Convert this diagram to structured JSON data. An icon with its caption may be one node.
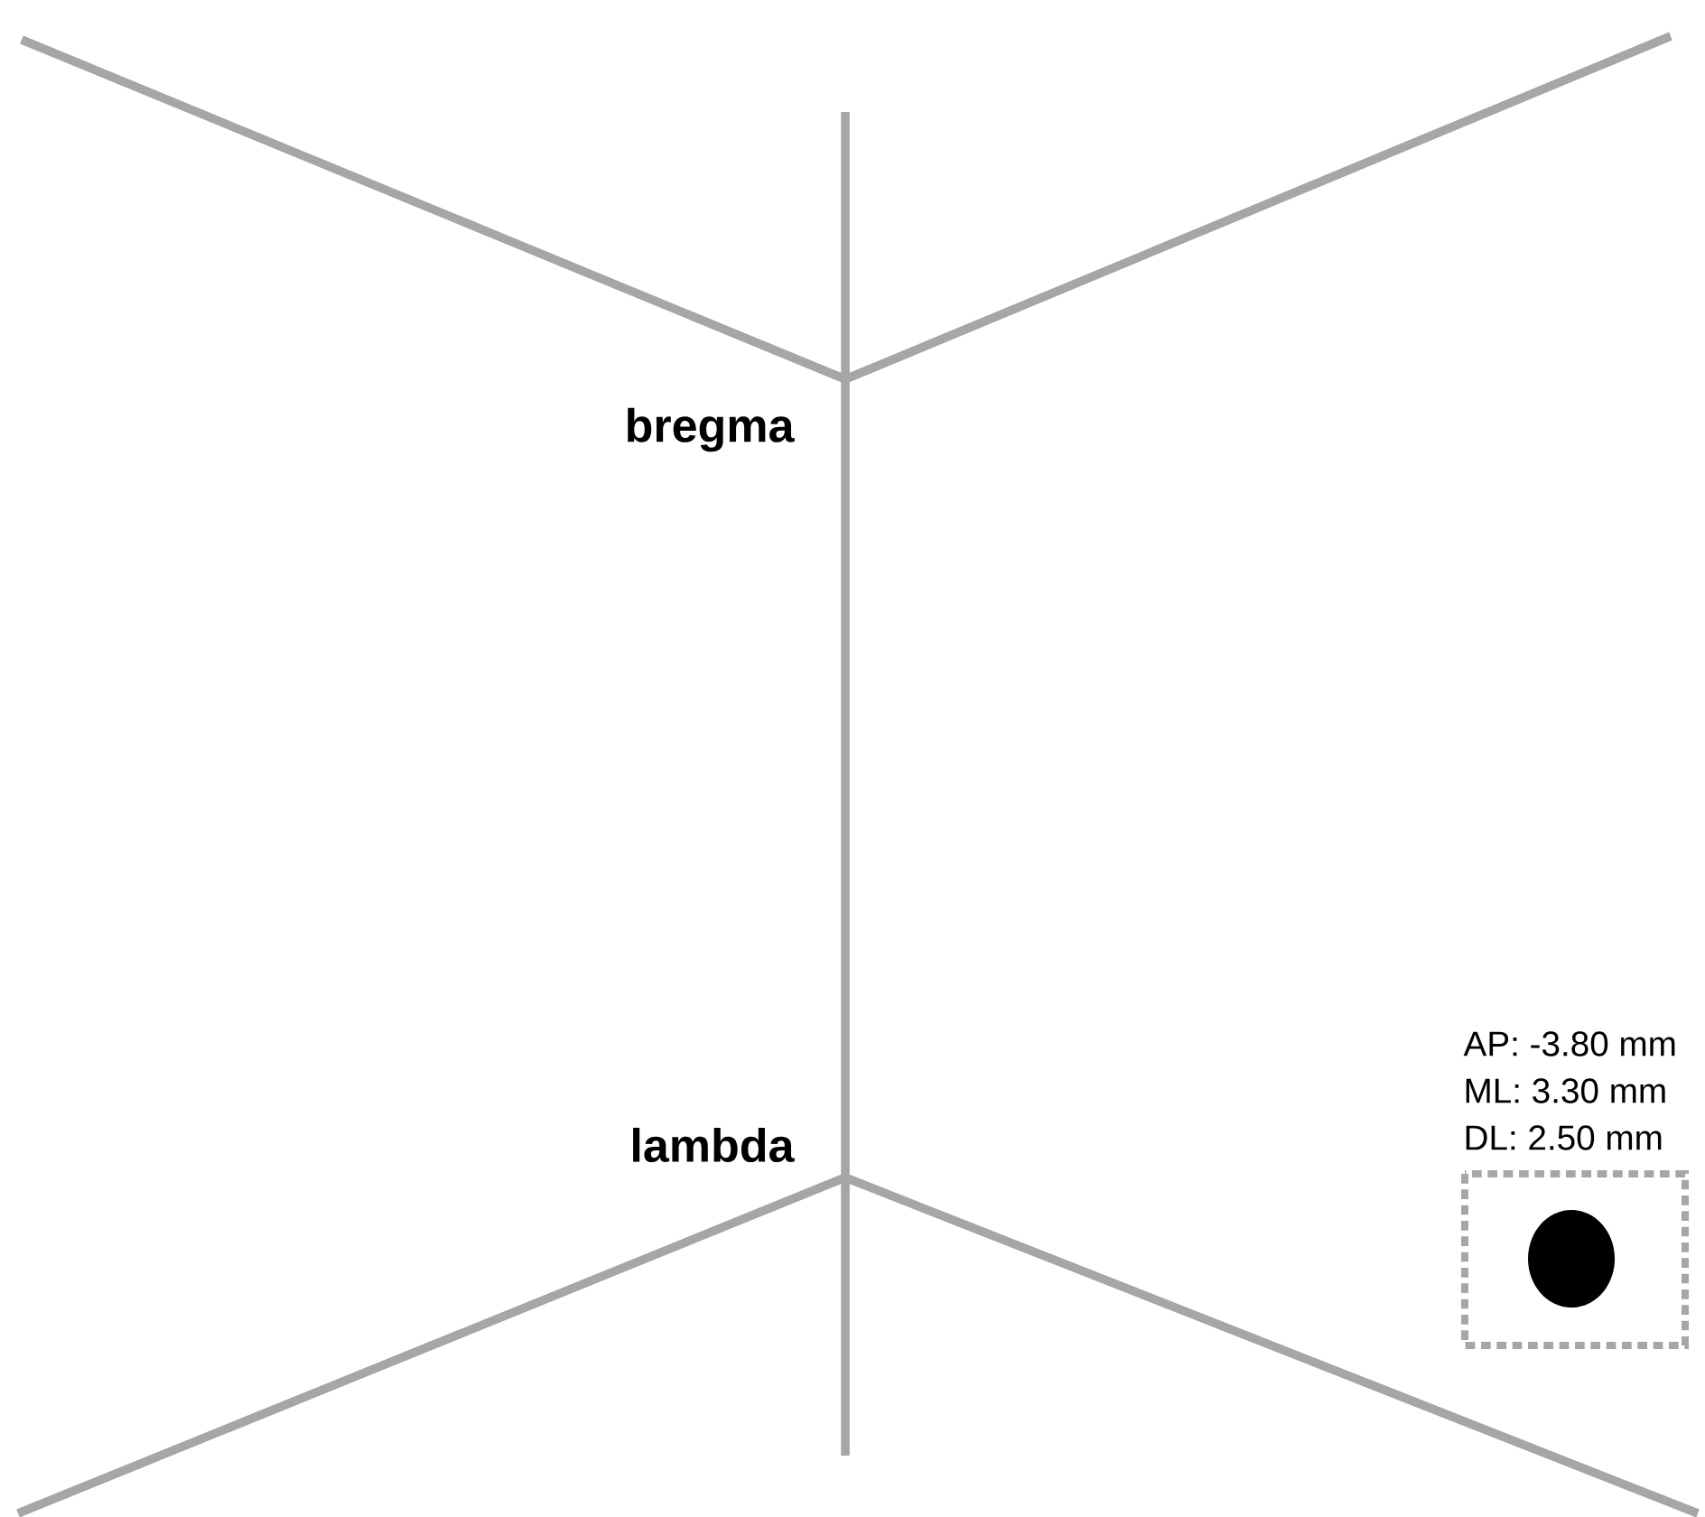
{
  "diagram": {
    "labels": [
      "bregma",
      "lambda",
      "AP: -3.80 mm",
      "ML: 3.30 mm",
      "DL: 2.50 mm"
    ]
  }
}
